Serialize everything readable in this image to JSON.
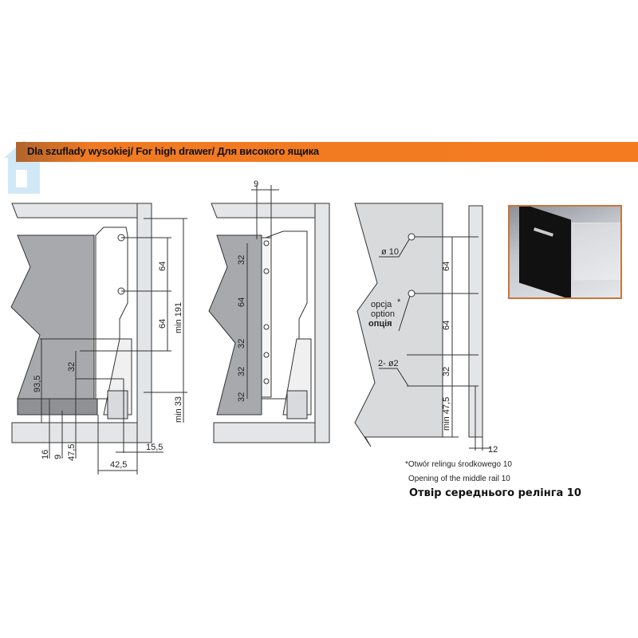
{
  "header": {
    "title": "Dla szuflady wysokiej/ For high drawer/ Для високого ящика"
  },
  "panel_left": {
    "dims": {
      "d64a": "64",
      "d64b": "64",
      "min191": "min 191",
      "min33": "min 33",
      "d32": "32",
      "d93_5": "93,5",
      "d16": "16",
      "d9": "9",
      "d47_5": "47,5",
      "d42_5": "42,5",
      "d15_5": "15,5"
    }
  },
  "panel_middle": {
    "dims": {
      "d9": "9",
      "d32a": "32",
      "d64": "64",
      "d32b": "32",
      "d32c": "32",
      "d32d": "32"
    }
  },
  "panel_right": {
    "labels": {
      "phi10": "ø 10",
      "opcja": "opcja",
      "option": "option",
      "opcia_ua": "опція",
      "asterisk": "*",
      "two_phi2": "2- ø2"
    },
    "dims": {
      "d64a": "64",
      "d64b": "64",
      "d32": "32",
      "min47_5": "min 47,5",
      "d12": "12"
    }
  },
  "notes": {
    "pl": "*Otwór relingu środkowego 10",
    "en": "Opening of the middle rail  10",
    "ua": "Отвір середнього релінга 10"
  },
  "colors": {
    "accent": "#f47b20",
    "panel_gray": "#a7a9ad",
    "frame_gray": "#e4e5e7"
  }
}
